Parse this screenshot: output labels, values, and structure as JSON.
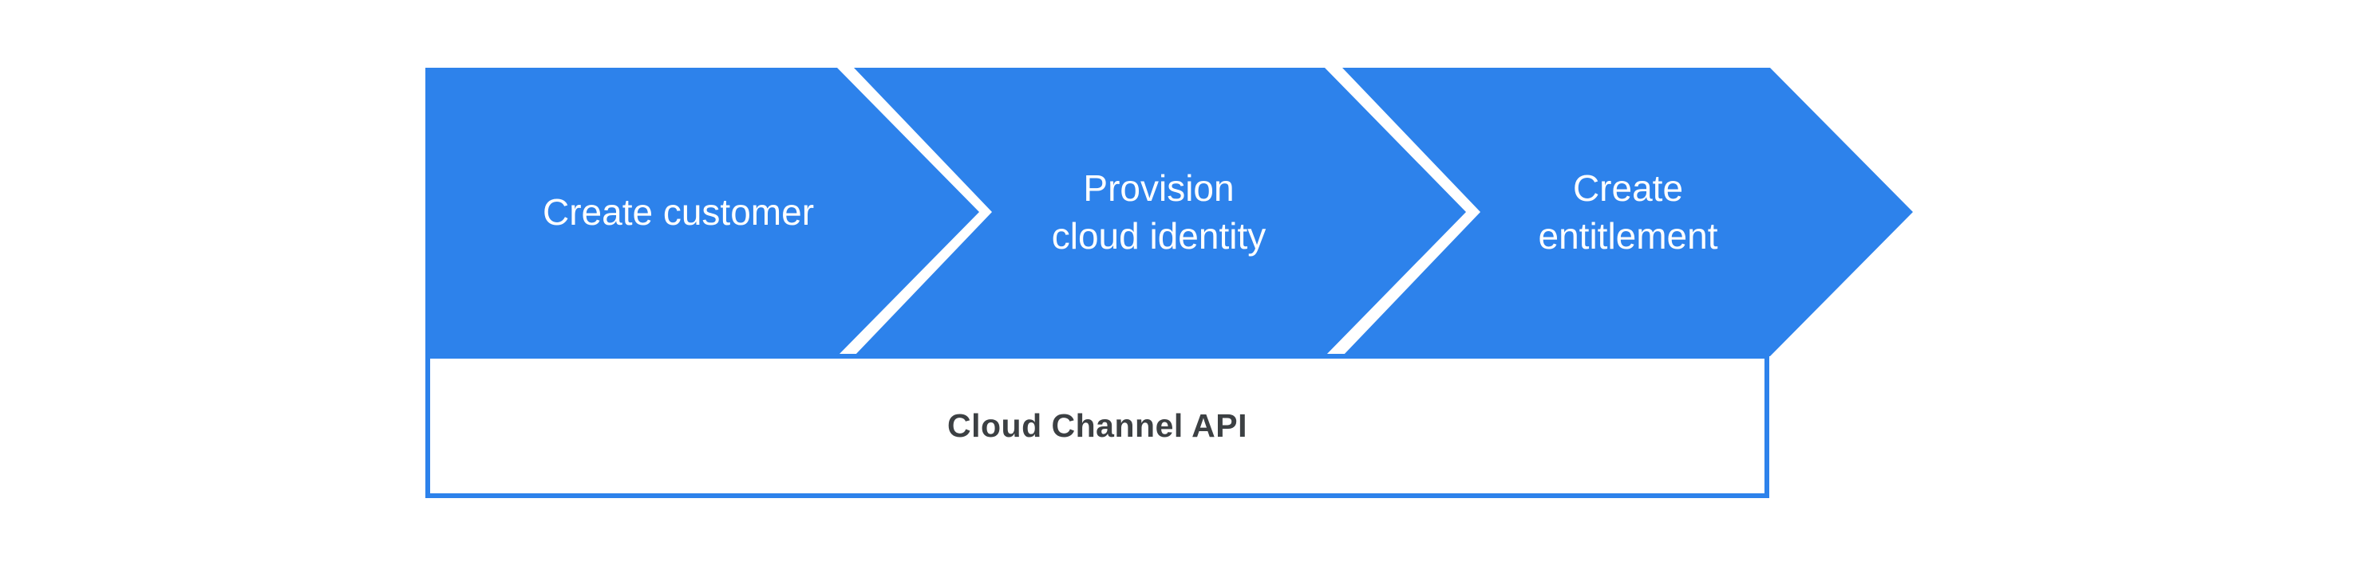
{
  "colors": {
    "primary_blue": "#2D82EB",
    "step_label_text": "#FFFFFF",
    "api_label_text": "#3C4043",
    "background": "#FFFFFF"
  },
  "flow": {
    "steps": [
      {
        "id": "create-customer",
        "lines": [
          "Create customer"
        ]
      },
      {
        "id": "provision-cloud-identity",
        "lines": [
          "Provision",
          "cloud identity"
        ]
      },
      {
        "id": "create-entitlement",
        "lines": [
          "Create",
          "entitlement"
        ]
      }
    ],
    "api_box": {
      "label": "Cloud Channel API"
    }
  }
}
